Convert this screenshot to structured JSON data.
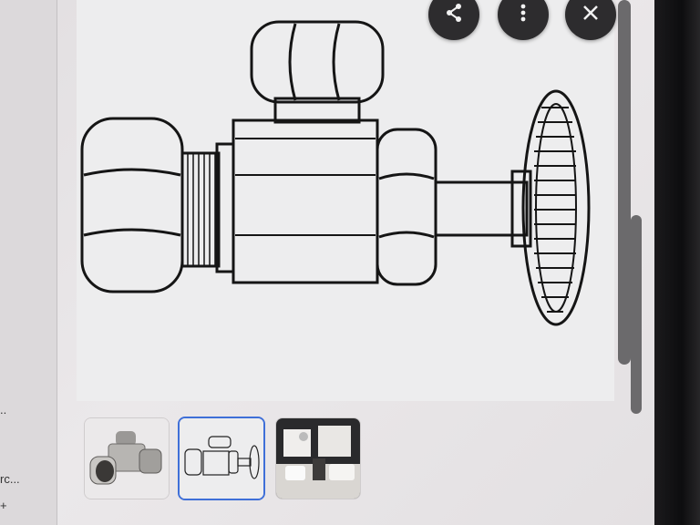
{
  "sidebar": {
    "line1": "..",
    "line2": "rc...",
    "line3": "+"
  },
  "actions": {
    "share_icon": "share-icon",
    "more_icon": "more-vert-icon",
    "close_icon": "close-icon"
  },
  "thumbnails": [
    {
      "name": "valve-photo",
      "selected": false
    },
    {
      "name": "valve-drawing",
      "selected": true
    },
    {
      "name": "bathroom-photo",
      "selected": false
    }
  ],
  "colors": {
    "accent": "#3f6fd8",
    "button_bg": "#2d2c2e",
    "scrollbar": "#6b6a6c"
  }
}
